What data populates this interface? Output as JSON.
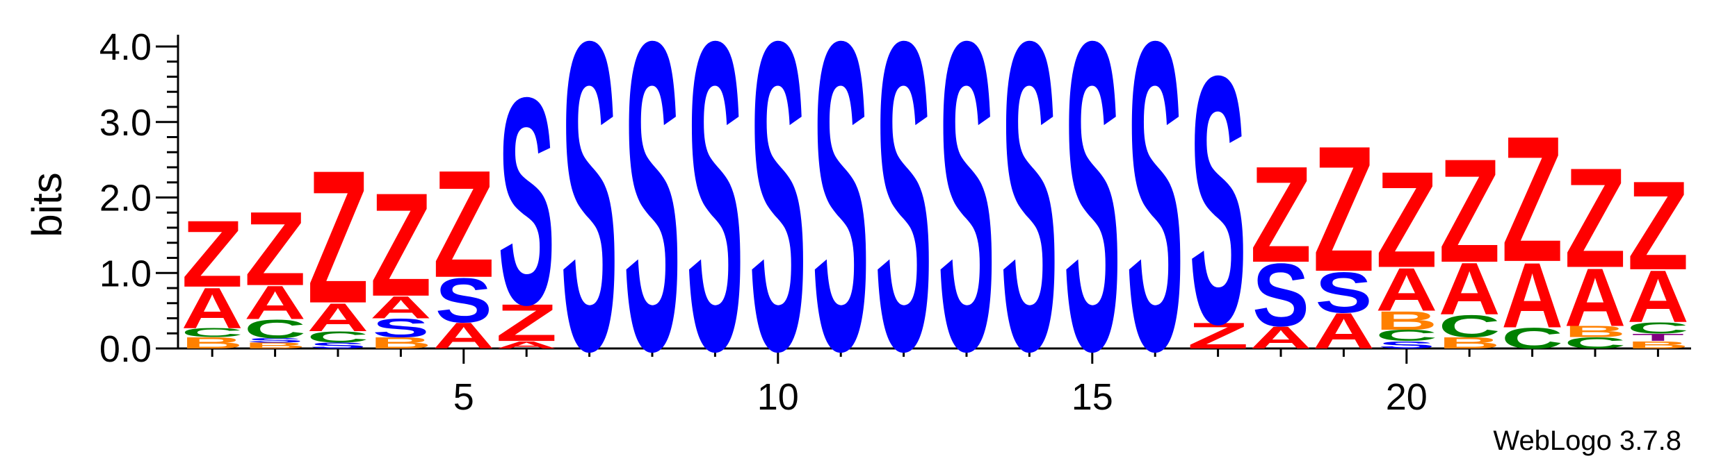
{
  "chart_data": {
    "type": "sequence-logo",
    "ylabel": "bits",
    "ylim": [
      0,
      4.0
    ],
    "yticks": [
      "0.0",
      "1.0",
      "2.0",
      "3.0",
      "4.0"
    ],
    "xticks": [
      "5",
      "10",
      "15",
      "20"
    ],
    "xtick_values": [
      5,
      10,
      15,
      20
    ],
    "credit": "WebLogo 3.7.8",
    "colors": {
      "Z": "#ff0000",
      "A": "#ff0000",
      "S": "#0000ff",
      "C": "#008000",
      "B": "#ff8000",
      "T": "#800080"
    },
    "positions": [
      {
        "pos": 1,
        "stack": [
          [
            "B",
            0.15
          ],
          [
            "C",
            0.12
          ],
          [
            "A",
            0.55
          ],
          [
            "Z",
            0.9
          ]
        ]
      },
      {
        "pos": 2,
        "stack": [
          [
            "B",
            0.08
          ],
          [
            "S",
            0.06
          ],
          [
            "C",
            0.25
          ],
          [
            "A",
            0.45
          ],
          [
            "Z",
            1.0
          ]
        ]
      },
      {
        "pos": 3,
        "stack": [
          [
            "S",
            0.08
          ],
          [
            "C",
            0.15
          ],
          [
            "A",
            0.38
          ],
          [
            "Z",
            1.8
          ]
        ]
      },
      {
        "pos": 4,
        "stack": [
          [
            "B",
            0.15
          ],
          [
            "S",
            0.25
          ],
          [
            "A",
            0.3
          ],
          [
            "Z",
            1.4
          ]
        ]
      },
      {
        "pos": 5,
        "stack": [
          [
            "A",
            0.35
          ],
          [
            "S",
            0.6
          ],
          [
            "Z",
            1.45
          ]
        ]
      },
      {
        "pos": 6,
        "stack": [
          [
            "A",
            0.1
          ],
          [
            "Z",
            0.5
          ],
          [
            "S",
            2.8
          ]
        ]
      },
      {
        "pos": 7,
        "stack": [
          [
            "S",
            4.18
          ]
        ]
      },
      {
        "pos": 8,
        "stack": [
          [
            "S",
            4.18
          ]
        ]
      },
      {
        "pos": 9,
        "stack": [
          [
            "S",
            4.18
          ]
        ]
      },
      {
        "pos": 10,
        "stack": [
          [
            "S",
            4.18
          ]
        ]
      },
      {
        "pos": 11,
        "stack": [
          [
            "S",
            4.18
          ]
        ]
      },
      {
        "pos": 12,
        "stack": [
          [
            "S",
            4.18
          ]
        ]
      },
      {
        "pos": 13,
        "stack": [
          [
            "S",
            4.18
          ]
        ]
      },
      {
        "pos": 14,
        "stack": [
          [
            "S",
            4.18
          ]
        ]
      },
      {
        "pos": 15,
        "stack": [
          [
            "S",
            4.18
          ]
        ]
      },
      {
        "pos": 16,
        "stack": [
          [
            "S",
            4.18
          ]
        ]
      },
      {
        "pos": 17,
        "stack": [
          [
            "Z",
            0.35
          ],
          [
            "S",
            3.35
          ]
        ]
      },
      {
        "pos": 18,
        "stack": [
          [
            "A",
            0.3
          ],
          [
            "S",
            0.85
          ],
          [
            "Z",
            1.3
          ]
        ]
      },
      {
        "pos": 19,
        "stack": [
          [
            "A",
            0.48
          ],
          [
            "S",
            0.55
          ],
          [
            "Z",
            1.7
          ]
        ]
      },
      {
        "pos": 20,
        "stack": [
          [
            "S",
            0.1
          ],
          [
            "C",
            0.15
          ],
          [
            "B",
            0.25
          ],
          [
            "A",
            0.58
          ],
          [
            "Z",
            1.3
          ]
        ]
      },
      {
        "pos": 21,
        "stack": [
          [
            "B",
            0.15
          ],
          [
            "C",
            0.3
          ],
          [
            "A",
            0.7
          ],
          [
            "Z",
            1.4
          ]
        ]
      },
      {
        "pos": 22,
        "stack": [
          [
            "C",
            0.28
          ],
          [
            "A",
            0.88
          ],
          [
            "Z",
            1.7
          ]
        ]
      },
      {
        "pos": 23,
        "stack": [
          [
            "C",
            0.15
          ],
          [
            "B",
            0.15
          ],
          [
            "A",
            0.78
          ],
          [
            "Z",
            1.35
          ]
        ]
      },
      {
        "pos": 24,
        "stack": [
          [
            "B",
            0.1
          ],
          [
            "T",
            0.1
          ],
          [
            "C",
            0.15
          ],
          [
            "A",
            0.7
          ],
          [
            "Z",
            1.2
          ]
        ]
      }
    ]
  }
}
